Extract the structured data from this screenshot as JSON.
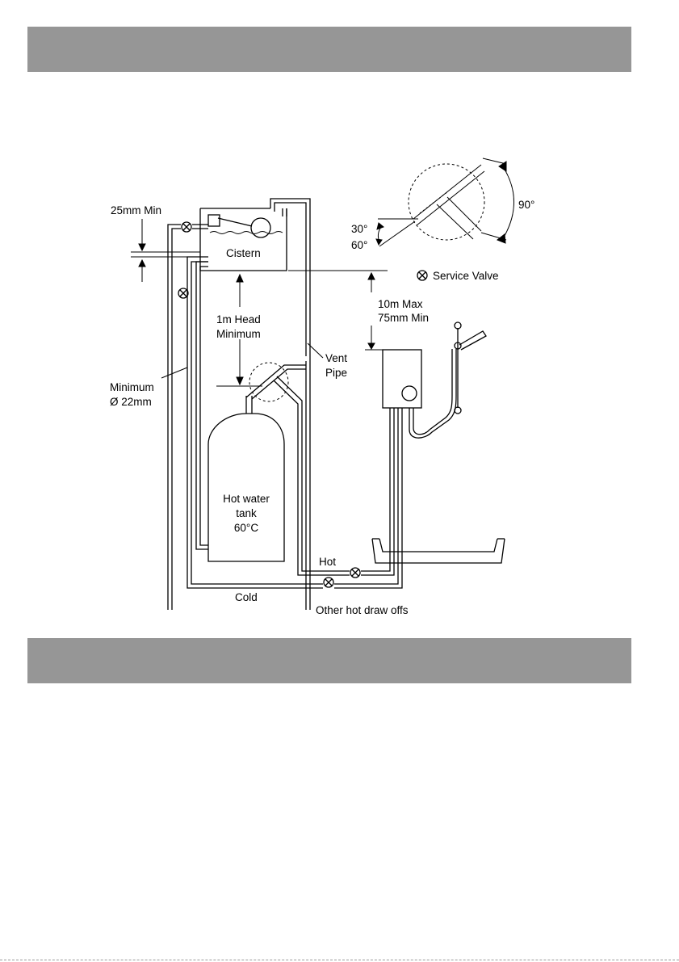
{
  "labels": {
    "min_25mm": "25mm Min",
    "cistern": "Cistern",
    "head_line1": "1m Head",
    "head_line2": "Minimum",
    "minimum_line1": "Minimum",
    "minimum_line2": "Ø 22mm",
    "vent_line1": "Vent",
    "vent_line2": "Pipe",
    "tank_line1": "Hot water",
    "tank_line2": "tank",
    "tank_line3": "60°C",
    "hot": "Hot",
    "cold": "Cold",
    "other_draw_offs": "Other hot draw offs",
    "max_10m": "10m Max",
    "min_75mm": "75mm Min",
    "service_valve": "Service Valve",
    "angle_30": "30°",
    "angle_60": "60°",
    "angle_90": "90°"
  },
  "colors": {
    "band": "#969696",
    "line": "#000000"
  }
}
